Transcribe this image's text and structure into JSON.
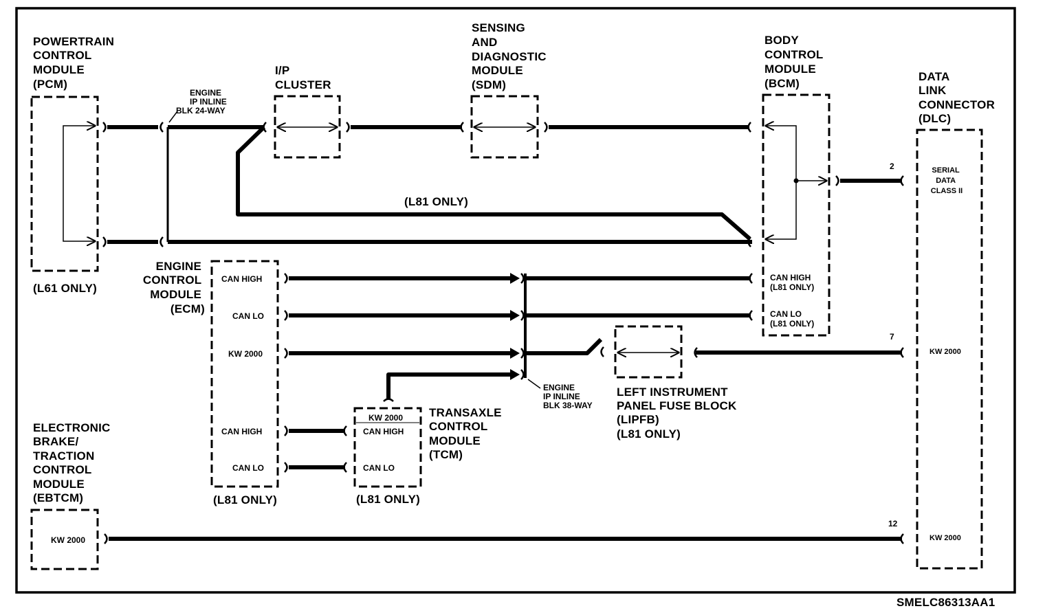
{
  "modules": {
    "pcm": {
      "lines": [
        "POWERTRAIN",
        "CONTROL",
        "MODULE",
        "(PCM)"
      ],
      "note": "(L61 ONLY)"
    },
    "ip_cluster": {
      "lines": [
        "I/P",
        "CLUSTER"
      ]
    },
    "sdm": {
      "lines": [
        "SENSING",
        "AND",
        "DIAGNOSTIC",
        "MODULE",
        "(SDM)"
      ]
    },
    "bcm": {
      "lines": [
        "BODY",
        "CONTROL",
        "MODULE",
        "(BCM)"
      ],
      "pin_can_high": [
        "CAN HIGH",
        "(L81 ONLY)"
      ],
      "pin_can_lo": [
        "CAN LO",
        "(L81 ONLY)"
      ]
    },
    "dlc": {
      "lines": [
        "DATA",
        "LINK",
        "CONNECTOR",
        "(DLC)"
      ],
      "pin_serial": [
        "SERIAL",
        "DATA",
        "CLASS II"
      ],
      "pin_kw_7": "KW 2000",
      "pin_kw_12": "KW 2000",
      "pin_num_2": "2",
      "pin_num_7": "7",
      "pin_num_12": "12"
    },
    "ecm": {
      "lines": [
        "ENGINE",
        "CONTROL",
        "MODULE",
        "(ECM)"
      ],
      "pins": [
        "CAN HIGH",
        "CAN LO",
        "KW 2000",
        "CAN HIGH",
        "CAN LO"
      ],
      "note": "(L81 ONLY)"
    },
    "tcm": {
      "lines": [
        "TRANSAXLE",
        "CONTROL",
        "MODULE",
        "(TCM)"
      ],
      "pins": [
        "KW 2000",
        "CAN HIGH",
        "CAN LO"
      ],
      "note": "(L81 ONLY)"
    },
    "lipfb": {
      "lines": [
        "LEFT INSTRUMENT",
        "PANEL FUSE BLOCK",
        "(LIPFB)",
        "(L81 ONLY)"
      ]
    },
    "ebtcm": {
      "lines": [
        "ELECTRONIC",
        "BRAKE/",
        "TRACTION",
        "CONTROL",
        "MODULE",
        "(EBTCM)"
      ],
      "pin": "KW 2000"
    }
  },
  "connectors": {
    "inline_24": [
      "ENGINE",
      "IP INLINE",
      "BLK 24-WAY"
    ],
    "inline_38": [
      "ENGINE",
      "IP INLINE",
      "BLK 38-WAY"
    ]
  },
  "wire_notes": {
    "l81_only": "(L81 ONLY)"
  },
  "figure_id": "SMELC86313AA1"
}
